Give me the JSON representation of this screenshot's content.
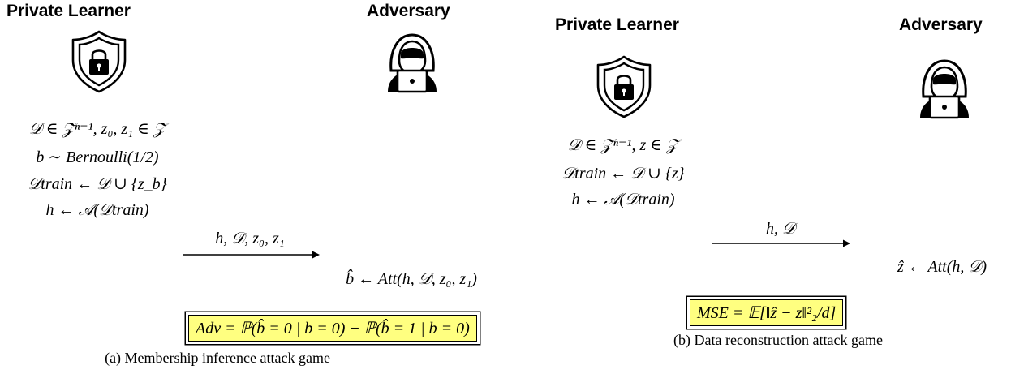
{
  "panels": [
    {
      "learner_title": "Private Learner",
      "adversary_title": "Adversary",
      "learner_lines": [
        "𝒟 ∈ 𝒵ⁿ⁻¹,  z₀, z₁ ∈ 𝒵",
        "b ∼ Bernoulli(1/2)",
        "𝒟train ← 𝒟 ∪ {z_b}",
        "h ← 𝒜(𝒟train)"
      ],
      "message": "h, 𝒟, z₀, z₁",
      "adversary_output": "b̂ ← Att(h, 𝒟, z₀, z₁)",
      "metric": "Adv = ℙ(b̂ = 0 | b = 0) − ℙ(b̂ = 1 | b = 0)",
      "caption": "(a) Membership inference attack game"
    },
    {
      "learner_title": "Private Learner",
      "adversary_title": "Adversary",
      "learner_lines": [
        "𝒟 ∈ 𝒵ⁿ⁻¹,  z ∈ 𝒵",
        "𝒟train ← 𝒟 ∪ {z}",
        "h ← 𝒜(𝒟train)"
      ],
      "message": "h, 𝒟",
      "adversary_output": "ẑ ← Att(h, 𝒟)",
      "metric": "MSE = 𝔼[‖ẑ − z‖²₂/d]",
      "caption": "(b) Data reconstruction attack game"
    }
  ],
  "icons": [
    "shield-lock-icon",
    "hacker-laptop-icon"
  ]
}
